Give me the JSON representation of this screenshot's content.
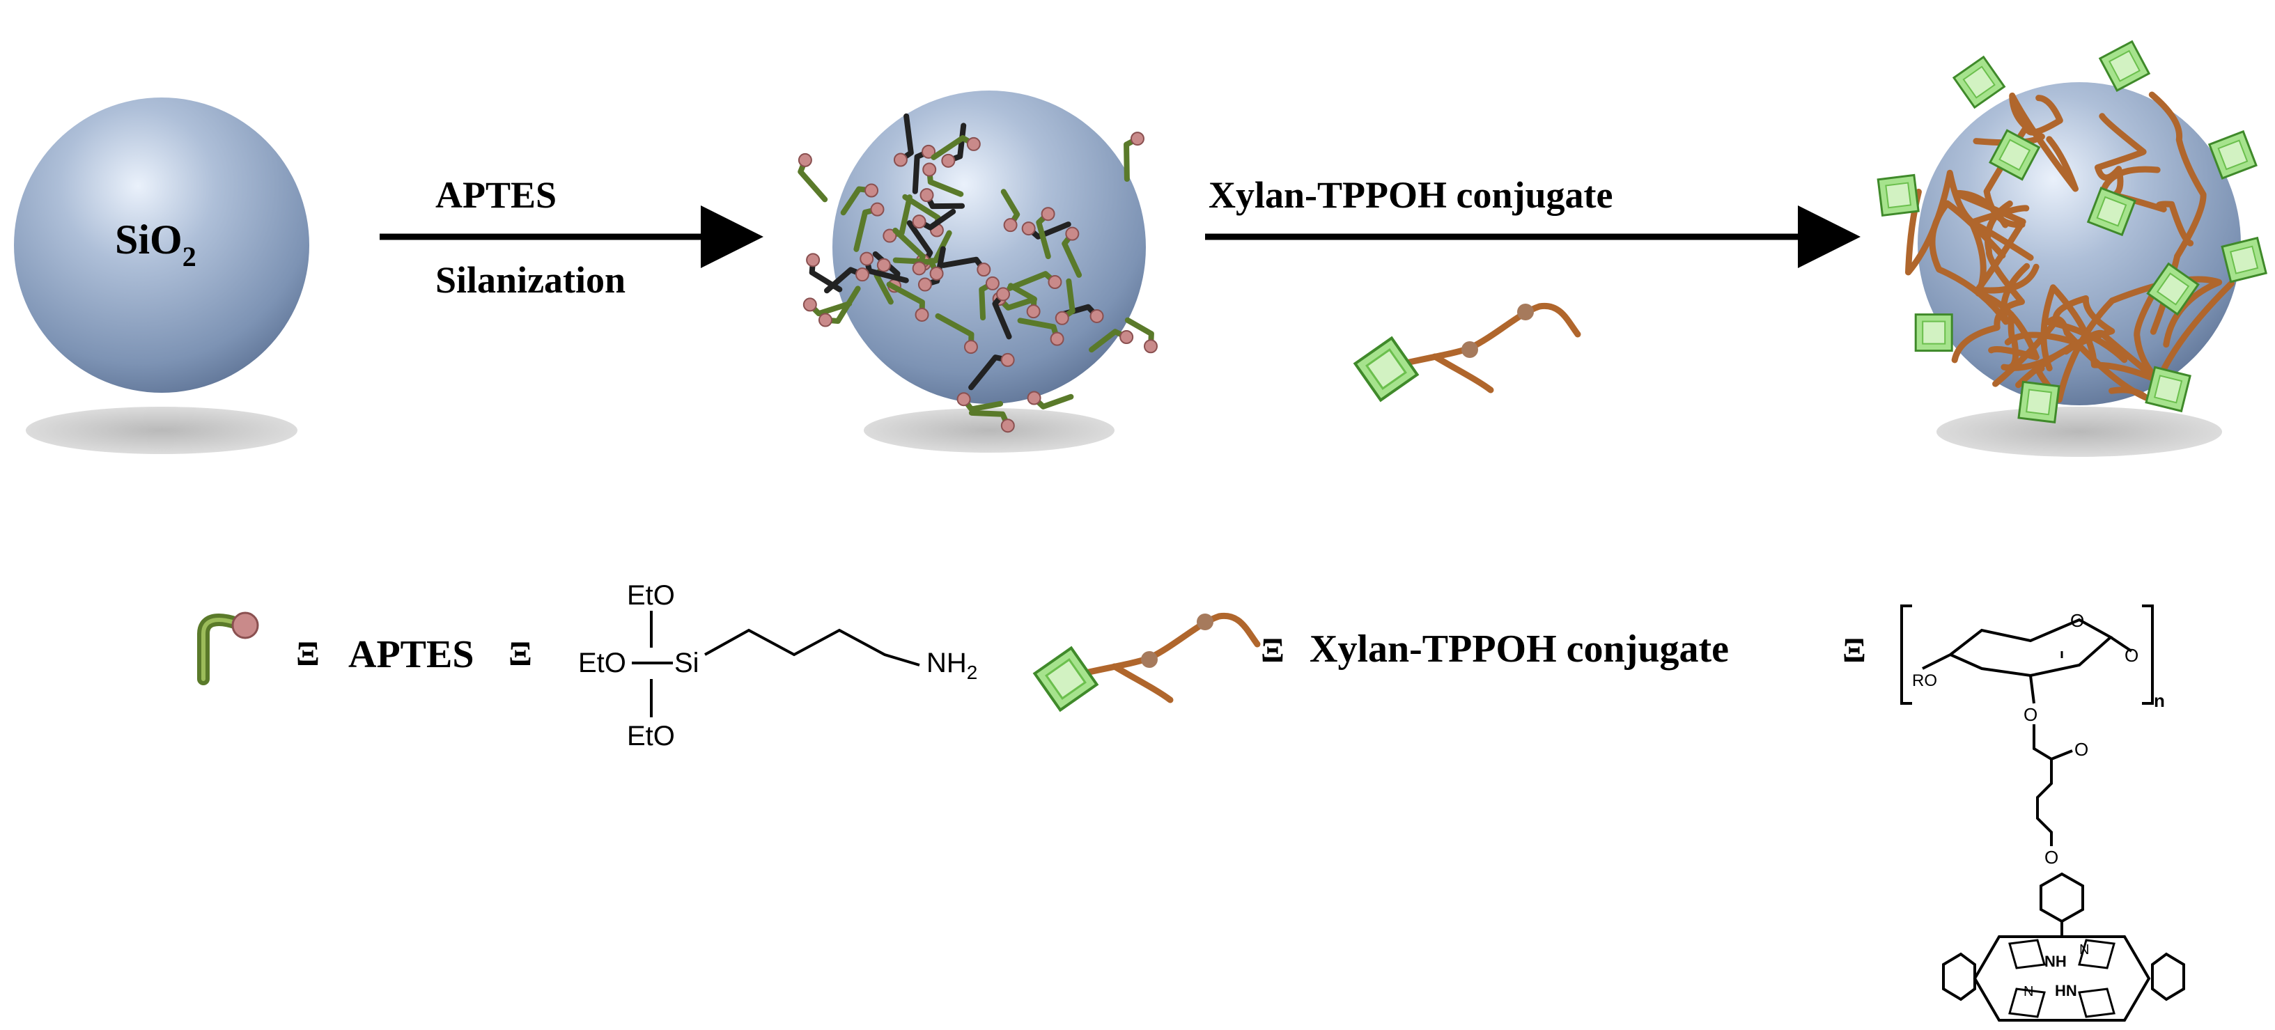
{
  "step1": {
    "reagent": "APTES",
    "process": "Silanization"
  },
  "step2": {
    "reagent": "Xylan-TPPOH conjugate"
  },
  "sphere": {
    "label": "SiO",
    "subscript": "2"
  },
  "legend": {
    "equiv": "Ξ",
    "aptes_name": "APTES",
    "aptes_structure": {
      "substituent": "EtO",
      "center": "Si",
      "amine": "NH",
      "amine_subscript": "2"
    },
    "conjugate_name": "Xylan-TPPOH conjugate",
    "xylan_unit": {
      "ring_o": "O",
      "ro": "RO",
      "repeat": "n",
      "carbonyl_o": "O",
      "ether_o": "O",
      "nh": "NH",
      "hn": "HN",
      "n": "N"
    }
  },
  "colors": {
    "sphere": "#9fb4d0",
    "aptes_stem": "#5a7a2a",
    "aptes_head": "#c98a8a",
    "xylan": "#b0662c",
    "porphyrin": "#8dd47a",
    "arrow": "#000000"
  },
  "icons": [
    "silica-sphere",
    "aptes-linker",
    "xylan-strand",
    "porphyrin-tag",
    "reaction-arrow"
  ]
}
